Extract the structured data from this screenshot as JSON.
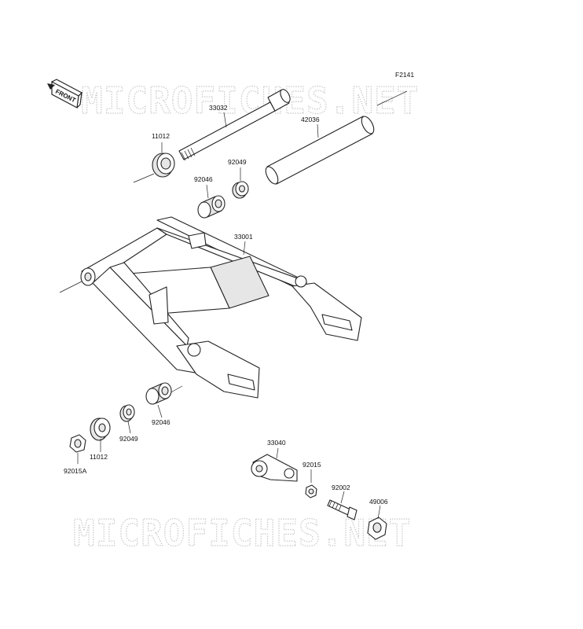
{
  "diagram": {
    "figure_code": "F2141",
    "front_badge": "FRONT",
    "watermark": "MICROFICHES.NET",
    "parts": [
      {
        "id": "33032"
      },
      {
        "id": "42036"
      },
      {
        "id": "11012"
      },
      {
        "id": "92049"
      },
      {
        "id": "92046"
      },
      {
        "id": "33001"
      },
      {
        "id": "92046"
      },
      {
        "id": "92049"
      },
      {
        "id": "11012"
      },
      {
        "id": "92015A"
      },
      {
        "id": "33040"
      },
      {
        "id": "92015"
      },
      {
        "id": "92002"
      },
      {
        "id": "49006"
      }
    ]
  }
}
